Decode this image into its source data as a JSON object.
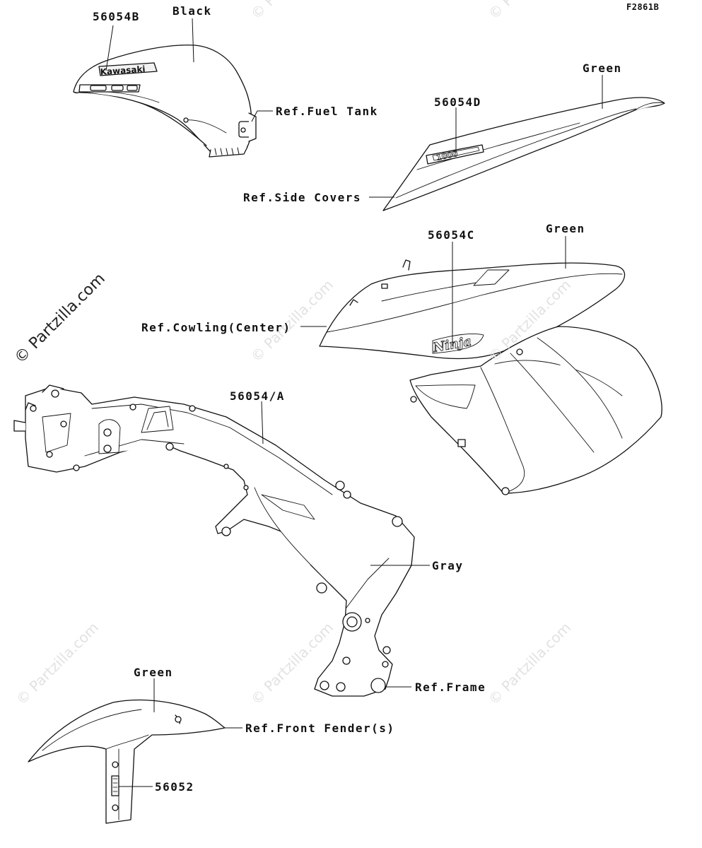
{
  "figure_code": "F2861B",
  "watermark": "© Partzilla.com",
  "labels": {
    "tank_part": "56054B",
    "tank_color": "Black",
    "tank_ref": "Ref.Fuel Tank",
    "tank_logo": "Kawasaki",
    "side_part": "56054D",
    "side_color": "Green",
    "side_ref": "Ref.Side Covers",
    "side_logo": "1000",
    "cowl_part": "56054C",
    "cowl_color": "Green",
    "cowl_ref": "Ref.Cowling(Center)",
    "cowl_logo": "Ninja",
    "frame_part": "56054/A",
    "frame_color": "Gray",
    "frame_ref": "Ref.Frame",
    "fender_color": "Green",
    "fender_ref": "Ref.Front Fender(s)",
    "fender_part": "56052"
  }
}
